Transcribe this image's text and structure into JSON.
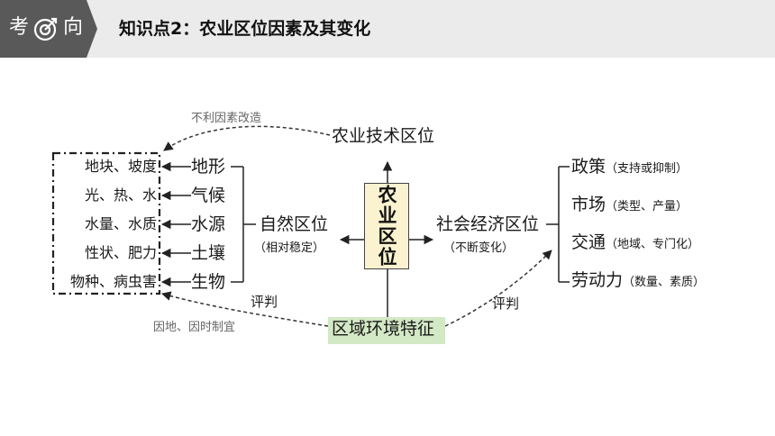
{
  "header": {
    "badge": {
      "char_left": "考",
      "char_right": "向"
    },
    "title": "知识点2：农业区位因素及其变化"
  },
  "diagram": {
    "center": "农业区位",
    "tech": "农业技术区位",
    "tech_note": "不利因素改造",
    "natural": "自然区位",
    "natural_note": "（相对稳定）",
    "social": "社会经济区位",
    "social_note": "（不断变化）",
    "env": "区域环境特征",
    "evaluate_left": "评判",
    "evaluate_right": "评判",
    "adapt_note": "因地、因时制宜",
    "natural_factors": [
      {
        "label": "地形",
        "detail": "地块、坡度"
      },
      {
        "label": "气候",
        "detail": "光、热、水"
      },
      {
        "label": "水源",
        "detail": "水量、水质"
      },
      {
        "label": "土壤",
        "detail": "性状、肥力"
      },
      {
        "label": "生物",
        "detail": "物种、病虫害"
      }
    ],
    "social_factors": [
      {
        "label": "政策",
        "note": "（支持或抑制）"
      },
      {
        "label": "市场",
        "note": "（类型、产量）"
      },
      {
        "label": "交通",
        "note": "（地域、专门化）"
      },
      {
        "label": "劳动力",
        "note": "（数量、素质）"
      }
    ]
  },
  "colors": {
    "badge": "#595959",
    "header_bg": "#ebebeb",
    "center_fill": "#fbf3cf",
    "env_fill": "#d3e8c4"
  }
}
